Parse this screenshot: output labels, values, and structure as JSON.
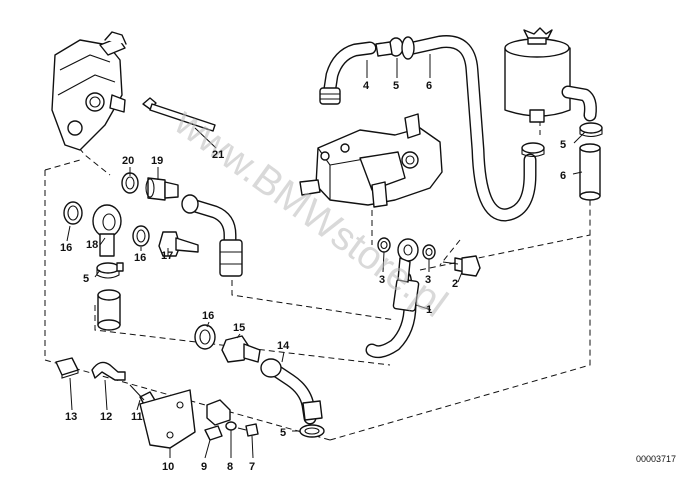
{
  "diagram": {
    "watermark": "www.BMWstore.pl",
    "document_number": "00003717",
    "callouts": [
      "1",
      "2",
      "3",
      "3",
      "4",
      "5",
      "5",
      "5",
      "5",
      "6",
      "6",
      "7",
      "8",
      "9",
      "10",
      "11",
      "12",
      "13",
      "14",
      "15",
      "16",
      "16",
      "16",
      "17",
      "18",
      "19",
      "20",
      "21"
    ]
  }
}
